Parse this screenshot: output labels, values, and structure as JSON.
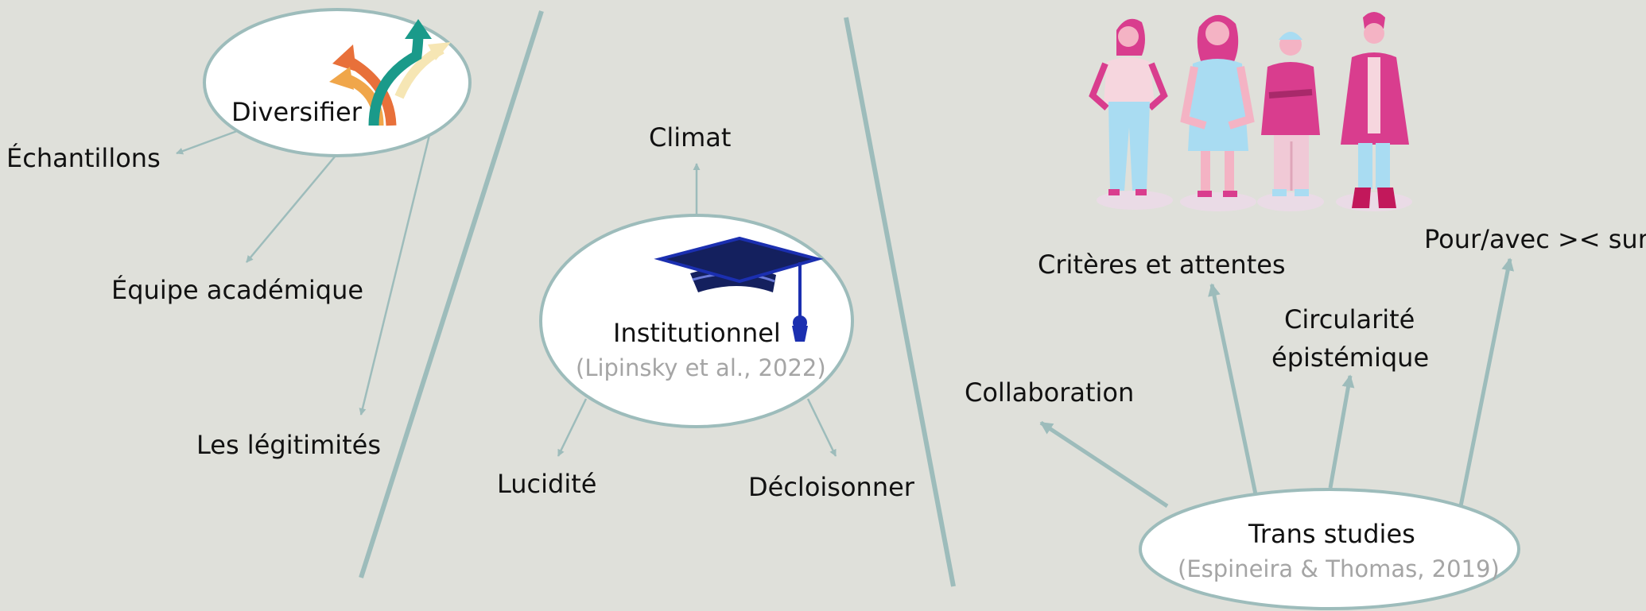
{
  "left_group": {
    "hub_label": "Diversifier",
    "branches": [
      "Échantillons",
      "Équipe académique",
      "Les légitimités"
    ]
  },
  "center_group": {
    "hub_label": "Institutionnel",
    "hub_citation": "(Lipinsky et al., 2022)",
    "branches": [
      "Climat",
      "Lucidité",
      "Décloisonner"
    ]
  },
  "right_group": {
    "hub_label": "Trans studies",
    "hub_citation": "(Espineira & Thomas, 2019)",
    "branches": [
      "Collaboration",
      "Critères et attentes",
      "Circularité",
      "épistémique",
      "Pour/avec >< sur"
    ]
  },
  "icons": [
    "diverging-arrows-icon",
    "graduation-cap-icon",
    "people-illustration"
  ],
  "colors": {
    "background": "#dfe0da",
    "connector": "#9dbcbb",
    "citation": "#a5a5a5",
    "arrow_teal": "#1a9a8a",
    "arrow_orange": "#e8703a",
    "arrow_amber": "#f0a64a",
    "arrow_cream": "#f6e6b4",
    "cap_navy": "#14205e",
    "cap_blue": "#1b2fb0",
    "people_pink": "#d93d8e",
    "people_blue": "#a9dcf2"
  }
}
